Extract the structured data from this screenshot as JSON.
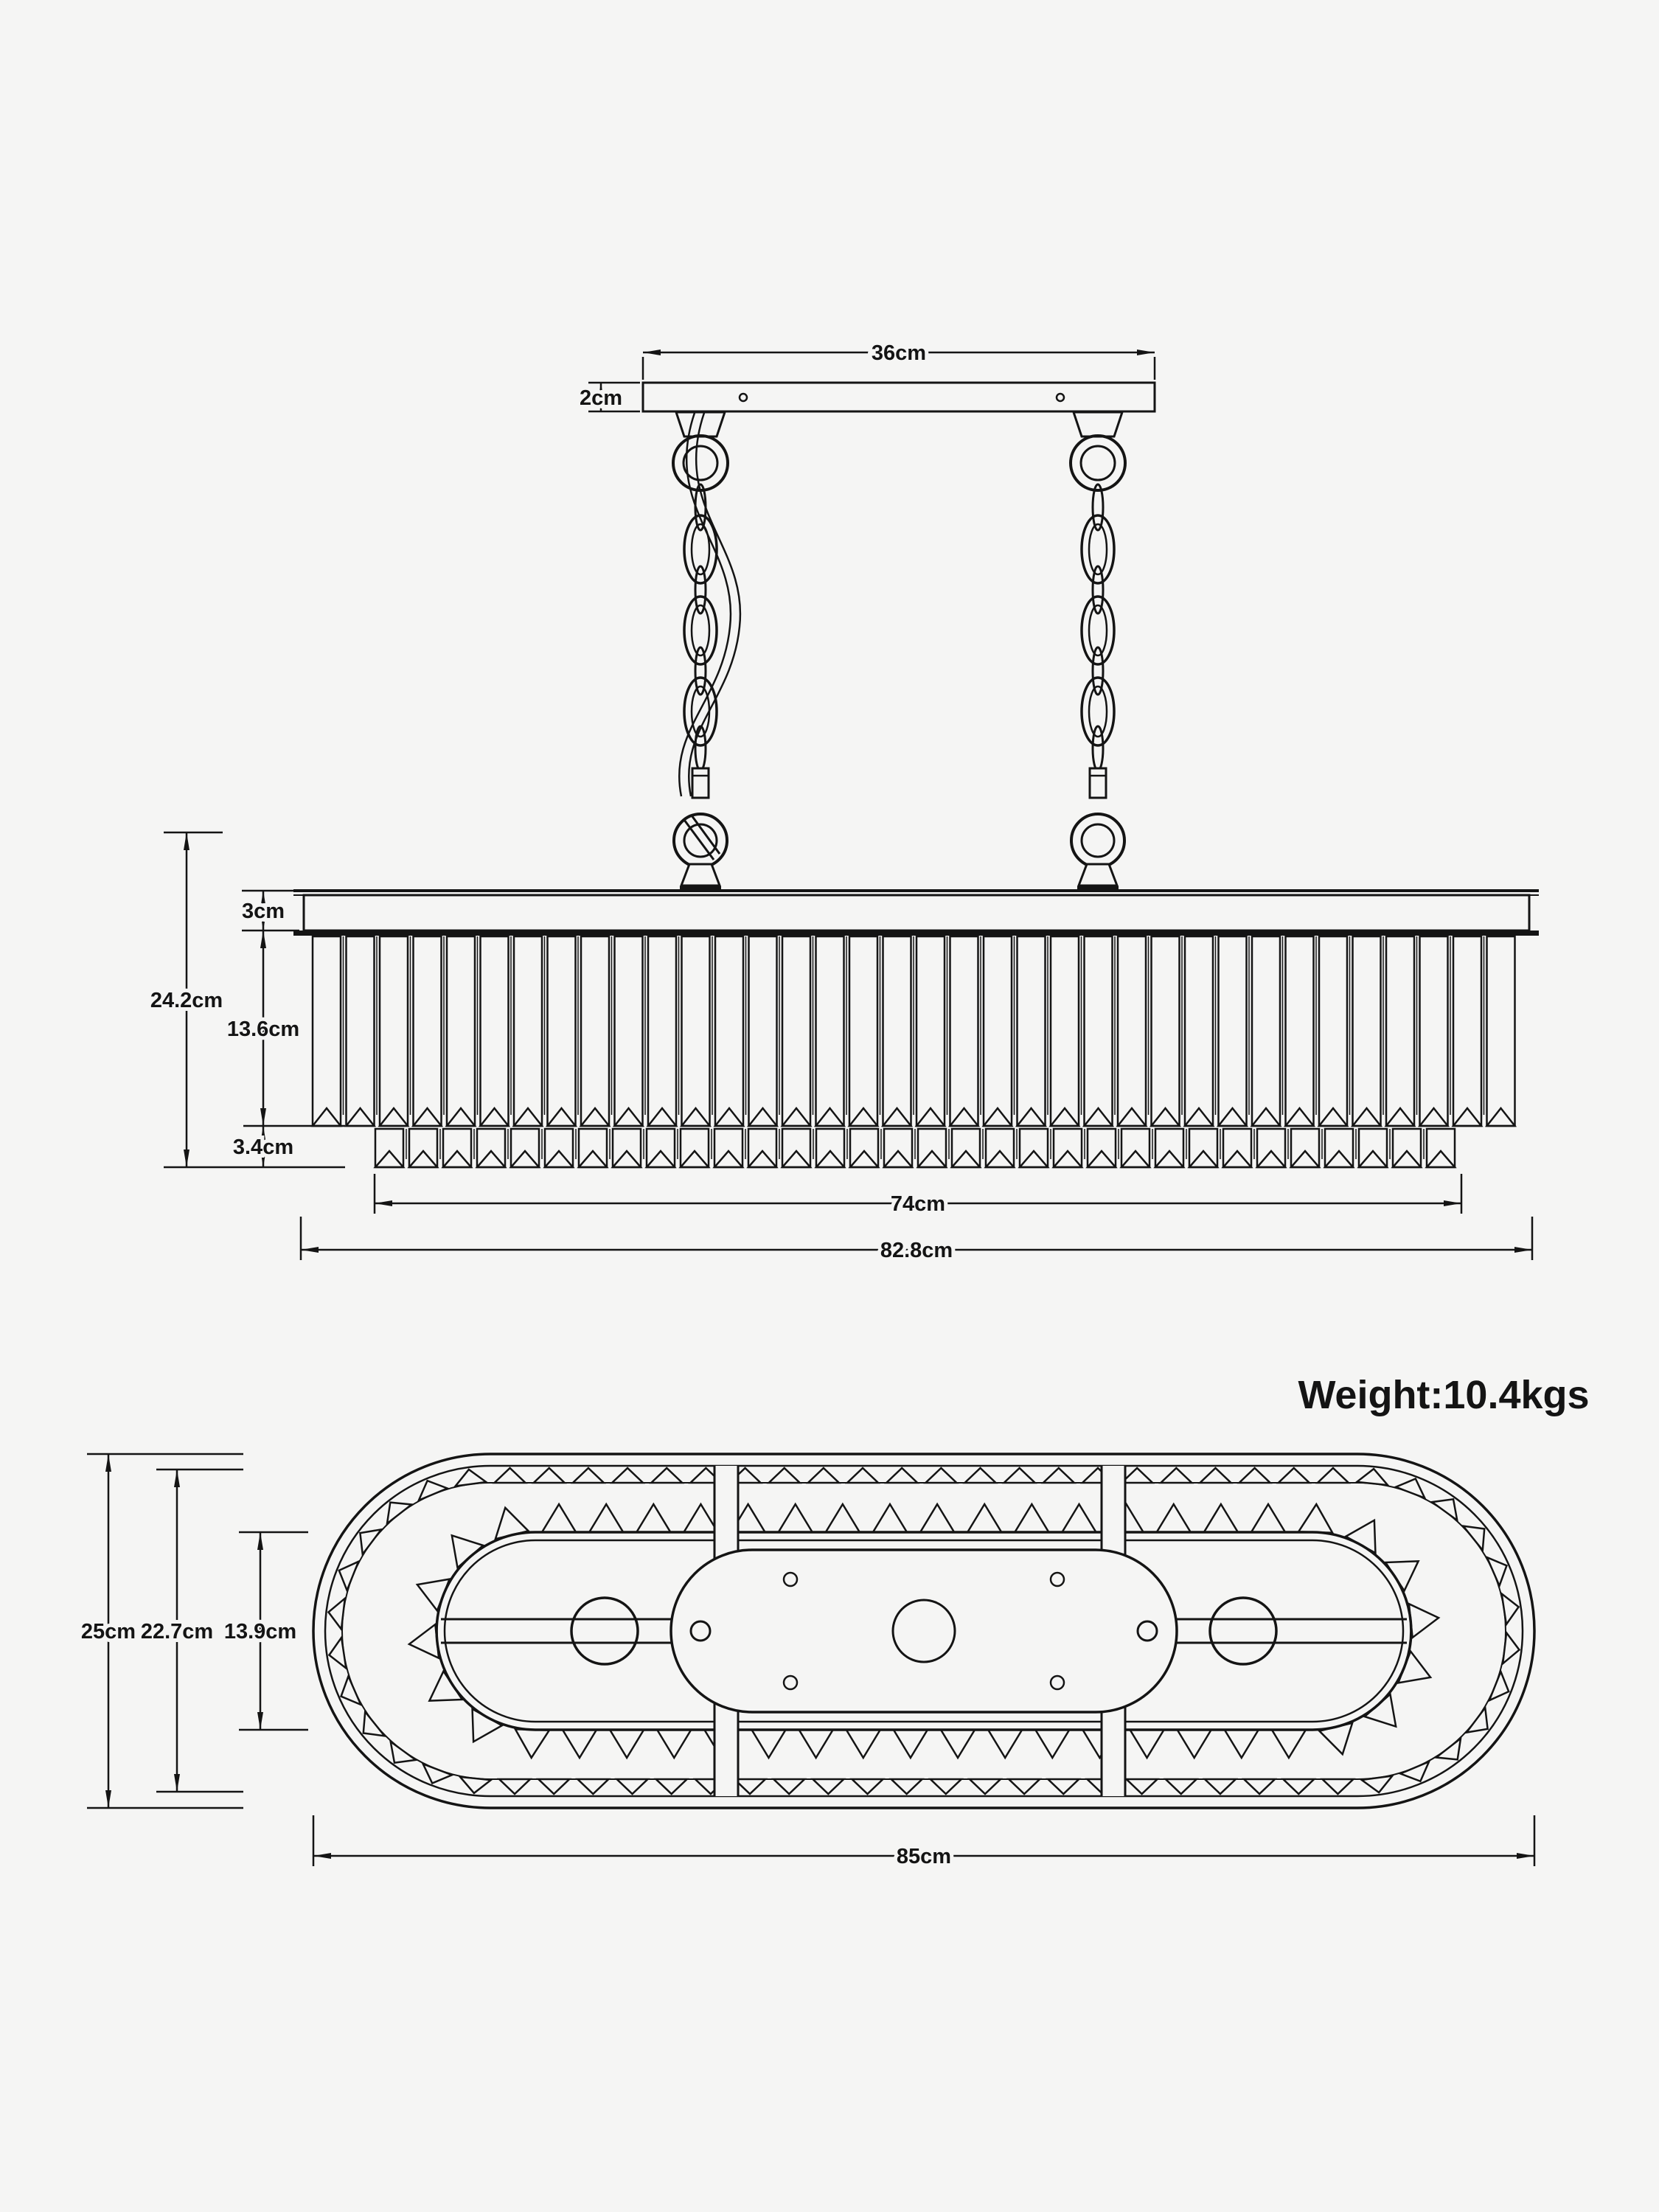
{
  "weight_label": "Weight:10.4kgs",
  "side_view": {
    "canopy_width": "36cm",
    "canopy_thickness": "2cm",
    "overall_height": "24.2cm",
    "frame_band_height": "3cm",
    "upper_tier_height": "13.6cm",
    "lower_tier_height": "3.4cm",
    "lower_tier_width": "74cm",
    "overall_width": "82.8cm"
  },
  "bottom_view": {
    "overall_depth": "25cm",
    "crystal_ring_depth": "22.7cm",
    "inner_frame_depth": "13.9cm",
    "overall_width": "85cm"
  },
  "colors": {
    "background": "#f5f5f4",
    "line": "#141414"
  }
}
